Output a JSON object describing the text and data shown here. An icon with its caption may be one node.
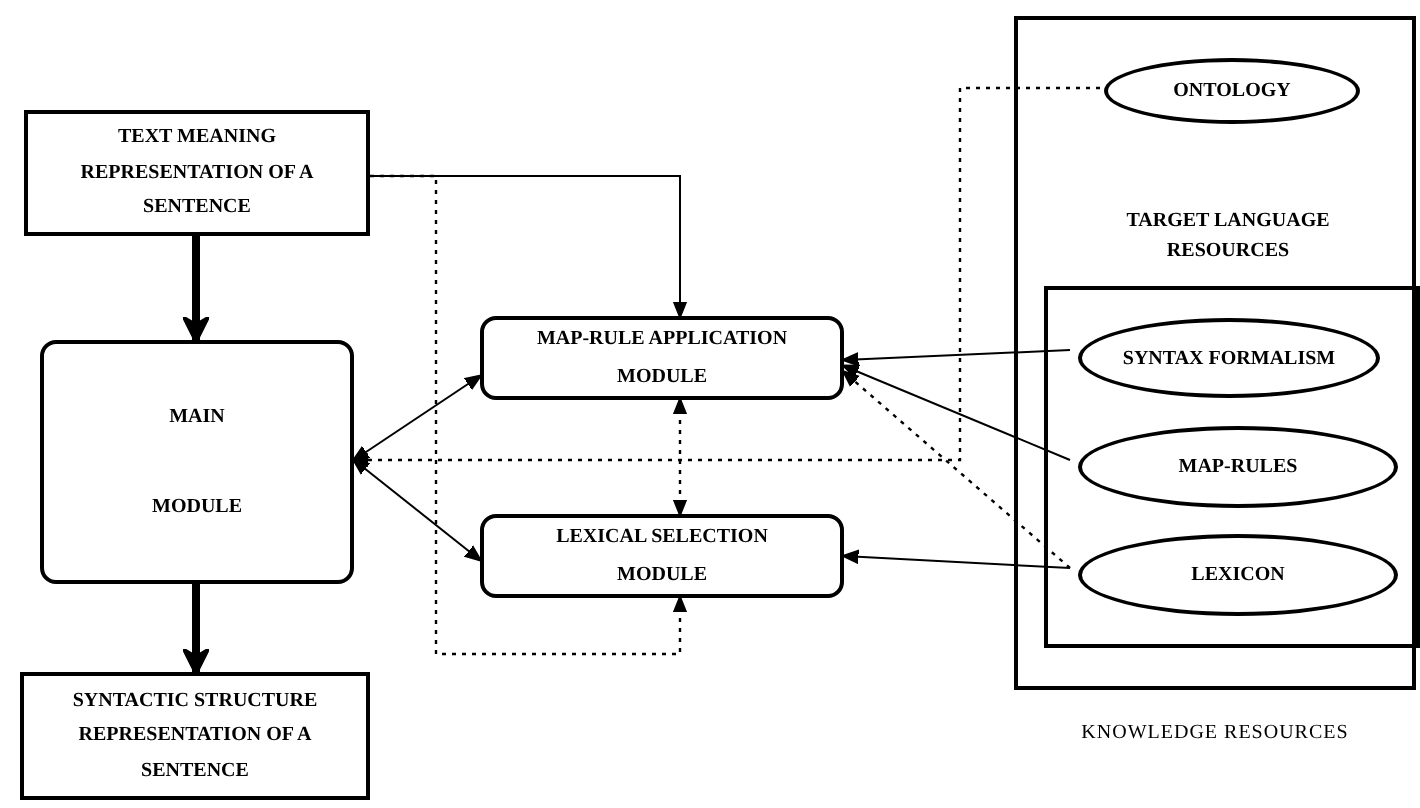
{
  "diagram": {
    "nodes": [
      {
        "text": [
          "TEXT MEANING REPRESENTATION OF A SENTENCE"
        ]
      },
      {
        "text": [
          "MAIN",
          "MODULE"
        ]
      },
      {
        "text": [
          "MAP-RULE APPLICATION MODULE"
        ]
      },
      {
        "text": [
          "LEXICAL SELECTION MODULE"
        ]
      },
      {
        "text": [
          "SYNTACTIC STRUCTURE REPRESENTATION OF A SENTENCE"
        ]
      },
      {
        "text": [
          "KNOWLEDGE RESOURCES"
        ]
      },
      {
        "text": [
          "ONTOLOGY"
        ],
        "in": 5
      },
      {
        "text": [
          "TARGET LANGUAGE RESOURCES"
        ],
        "in": 5
      },
      {
        "text": [
          "SYNTAX FORMALISM"
        ],
        "in": 7
      },
      {
        "text": [
          "MAP-RULES"
        ],
        "in": 7
      },
      {
        "text": [
          "LEXICON"
        ],
        "in": 7
      }
    ],
    "edges": [
      {
        "from": 0,
        "to": 1,
        "arrow": "to",
        "style": "thick"
      },
      {
        "from": 1,
        "to": 4,
        "arrow": "to",
        "style": "thick"
      },
      {
        "from": 0,
        "to": 2,
        "arrow": "to"
      },
      {
        "from": 0,
        "to": 3,
        "arrow": "to",
        "style": "dashed"
      },
      {
        "from": 1,
        "to": 2,
        "arrow": "both"
      },
      {
        "from": 1,
        "to": 3,
        "arrow": "both"
      },
      {
        "from": 6,
        "to": 1,
        "arrow": "to",
        "style": "dashed"
      },
      {
        "from": 3,
        "to": 2,
        "arrow": "both",
        "style": "dashed"
      },
      {
        "from": 8,
        "to": 2,
        "arrow": "to"
      },
      {
        "from": 9,
        "to": 2,
        "arrow": "to"
      },
      {
        "from": 10,
        "to": 2,
        "arrow": "to",
        "style": "dashed"
      },
      {
        "from": 10,
        "to": 3,
        "arrow": "to"
      }
    ]
  }
}
